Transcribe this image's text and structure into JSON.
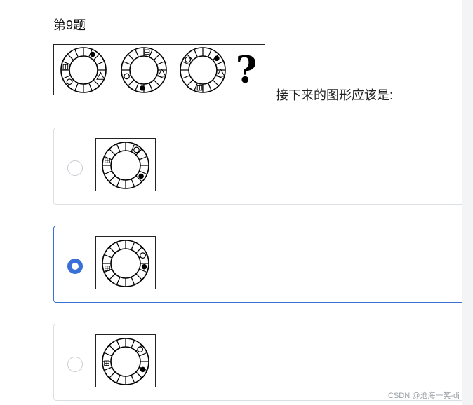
{
  "question": {
    "title": "第9题",
    "prompt": "接下来的图形应该是:",
    "stem_image": {
      "description_icons": [
        "wheel-1",
        "wheel-2",
        "wheel-3",
        "question-mark"
      ],
      "question_mark": "?"
    }
  },
  "options": [
    {
      "name": "option-a",
      "selected": false
    },
    {
      "name": "option-b",
      "selected": true
    },
    {
      "name": "option-c",
      "selected": false
    }
  ],
  "watermark": "CSDN @沧海一笑-dj",
  "colors": {
    "accent": "#3a6fd8",
    "border": "#dcdfe4",
    "background": "#f3f4f6"
  }
}
